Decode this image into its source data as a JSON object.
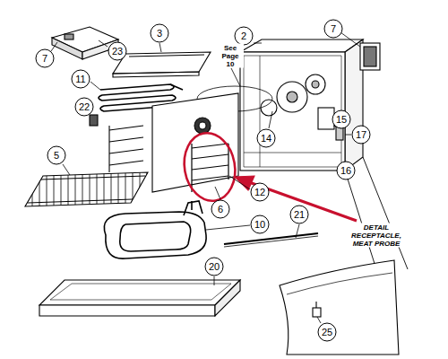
{
  "diagram": {
    "labels": [
      "7",
      "23",
      "3",
      "2",
      "7",
      "See Page 10",
      "11",
      "22",
      "14",
      "17",
      "15",
      "16",
      "12",
      "5",
      "6",
      "10",
      "21",
      "DETAIL RECEPTACLE, MEAT PROBE",
      "20",
      "25"
    ]
  }
}
